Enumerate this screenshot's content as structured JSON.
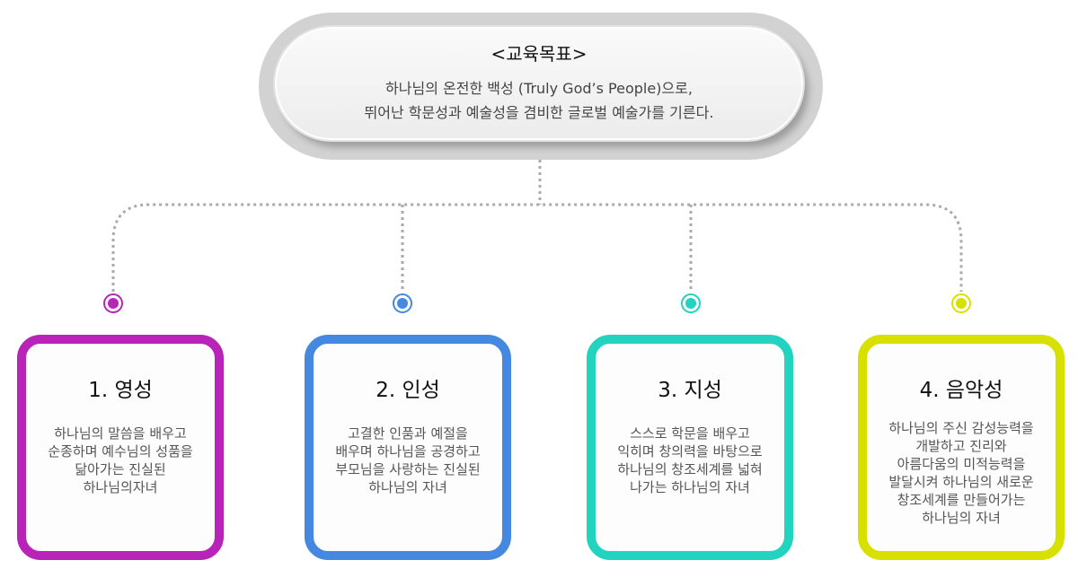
{
  "goal": {
    "title": "<교육목표>",
    "line1": "하나님의 온전한 백성 (Truly God’s People)으로,",
    "line2": "뛰어난 학문성과 예술성을 겸비한 글로벌 예술가를 기른다."
  },
  "cards": [
    {
      "title": "1. 영성",
      "lines": [
        "하나님의 말씀을 배우고",
        "순종하며 예수님의 성품을",
        "닮아가는 진실된",
        "하나님의자녀"
      ],
      "color": "#b824b8"
    },
    {
      "title": "2. 인성",
      "lines": [
        "고결한 인품과 예절을",
        "배우며 하나님을 공경하고",
        "부모님을 사랑하는 진실된",
        "하나님의 자녀"
      ],
      "color": "#4488e0"
    },
    {
      "title": "3. 지성",
      "lines": [
        "스스로 학문을 배우고",
        "익히며 창의력을 바탕으로",
        "하나님의 창조세계를 넓혀",
        "나가는 하나님의 자녀"
      ],
      "color": "#22d3c0"
    },
    {
      "title": "4. 음악성",
      "lines": [
        "하나님의 주신 감성능력을",
        "개발하고 진리와",
        "아름다움의 미적능력을",
        "발달시켜 하나님의 새로운",
        "창조세계를 만들어가는",
        "하나님의 자녀"
      ],
      "color": "#d8e000"
    }
  ]
}
